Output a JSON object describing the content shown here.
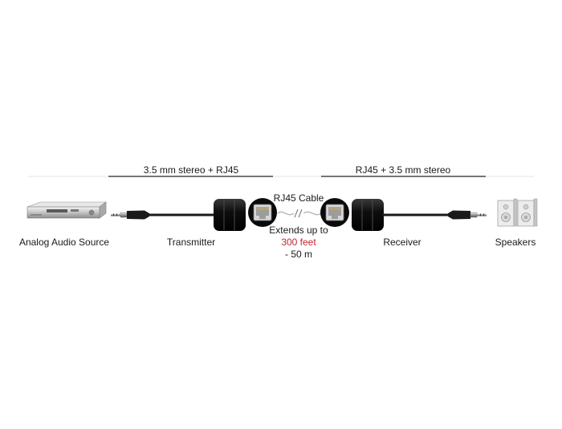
{
  "labels": {
    "tx_bracket": "3.5 mm stereo + RJ45",
    "rx_bracket": "RJ45 + 3.5 mm stereo",
    "source": "Analog Audio Source",
    "transmitter": "Transmitter",
    "cable": "RJ45 Cable",
    "extends_line1": "Extends up to",
    "extends_distance": "300 feet",
    "extends_line3": "- 50 m",
    "receiver": "Receiver",
    "speakers": "Speakers"
  },
  "colors": {
    "cable": "#1a1a1a",
    "highlight": "#c0262d",
    "guide_line": "#dddddd",
    "ferrite": "#111111",
    "device_silver": "#c9c9c9"
  },
  "icons": {
    "source_device": "audio-source-device-icon",
    "speakers": "speakers-icon",
    "rj45_port": "rj45-port-icon",
    "ferrite": "ferrite-core-icon",
    "jack": "stereo-jack-icon"
  }
}
